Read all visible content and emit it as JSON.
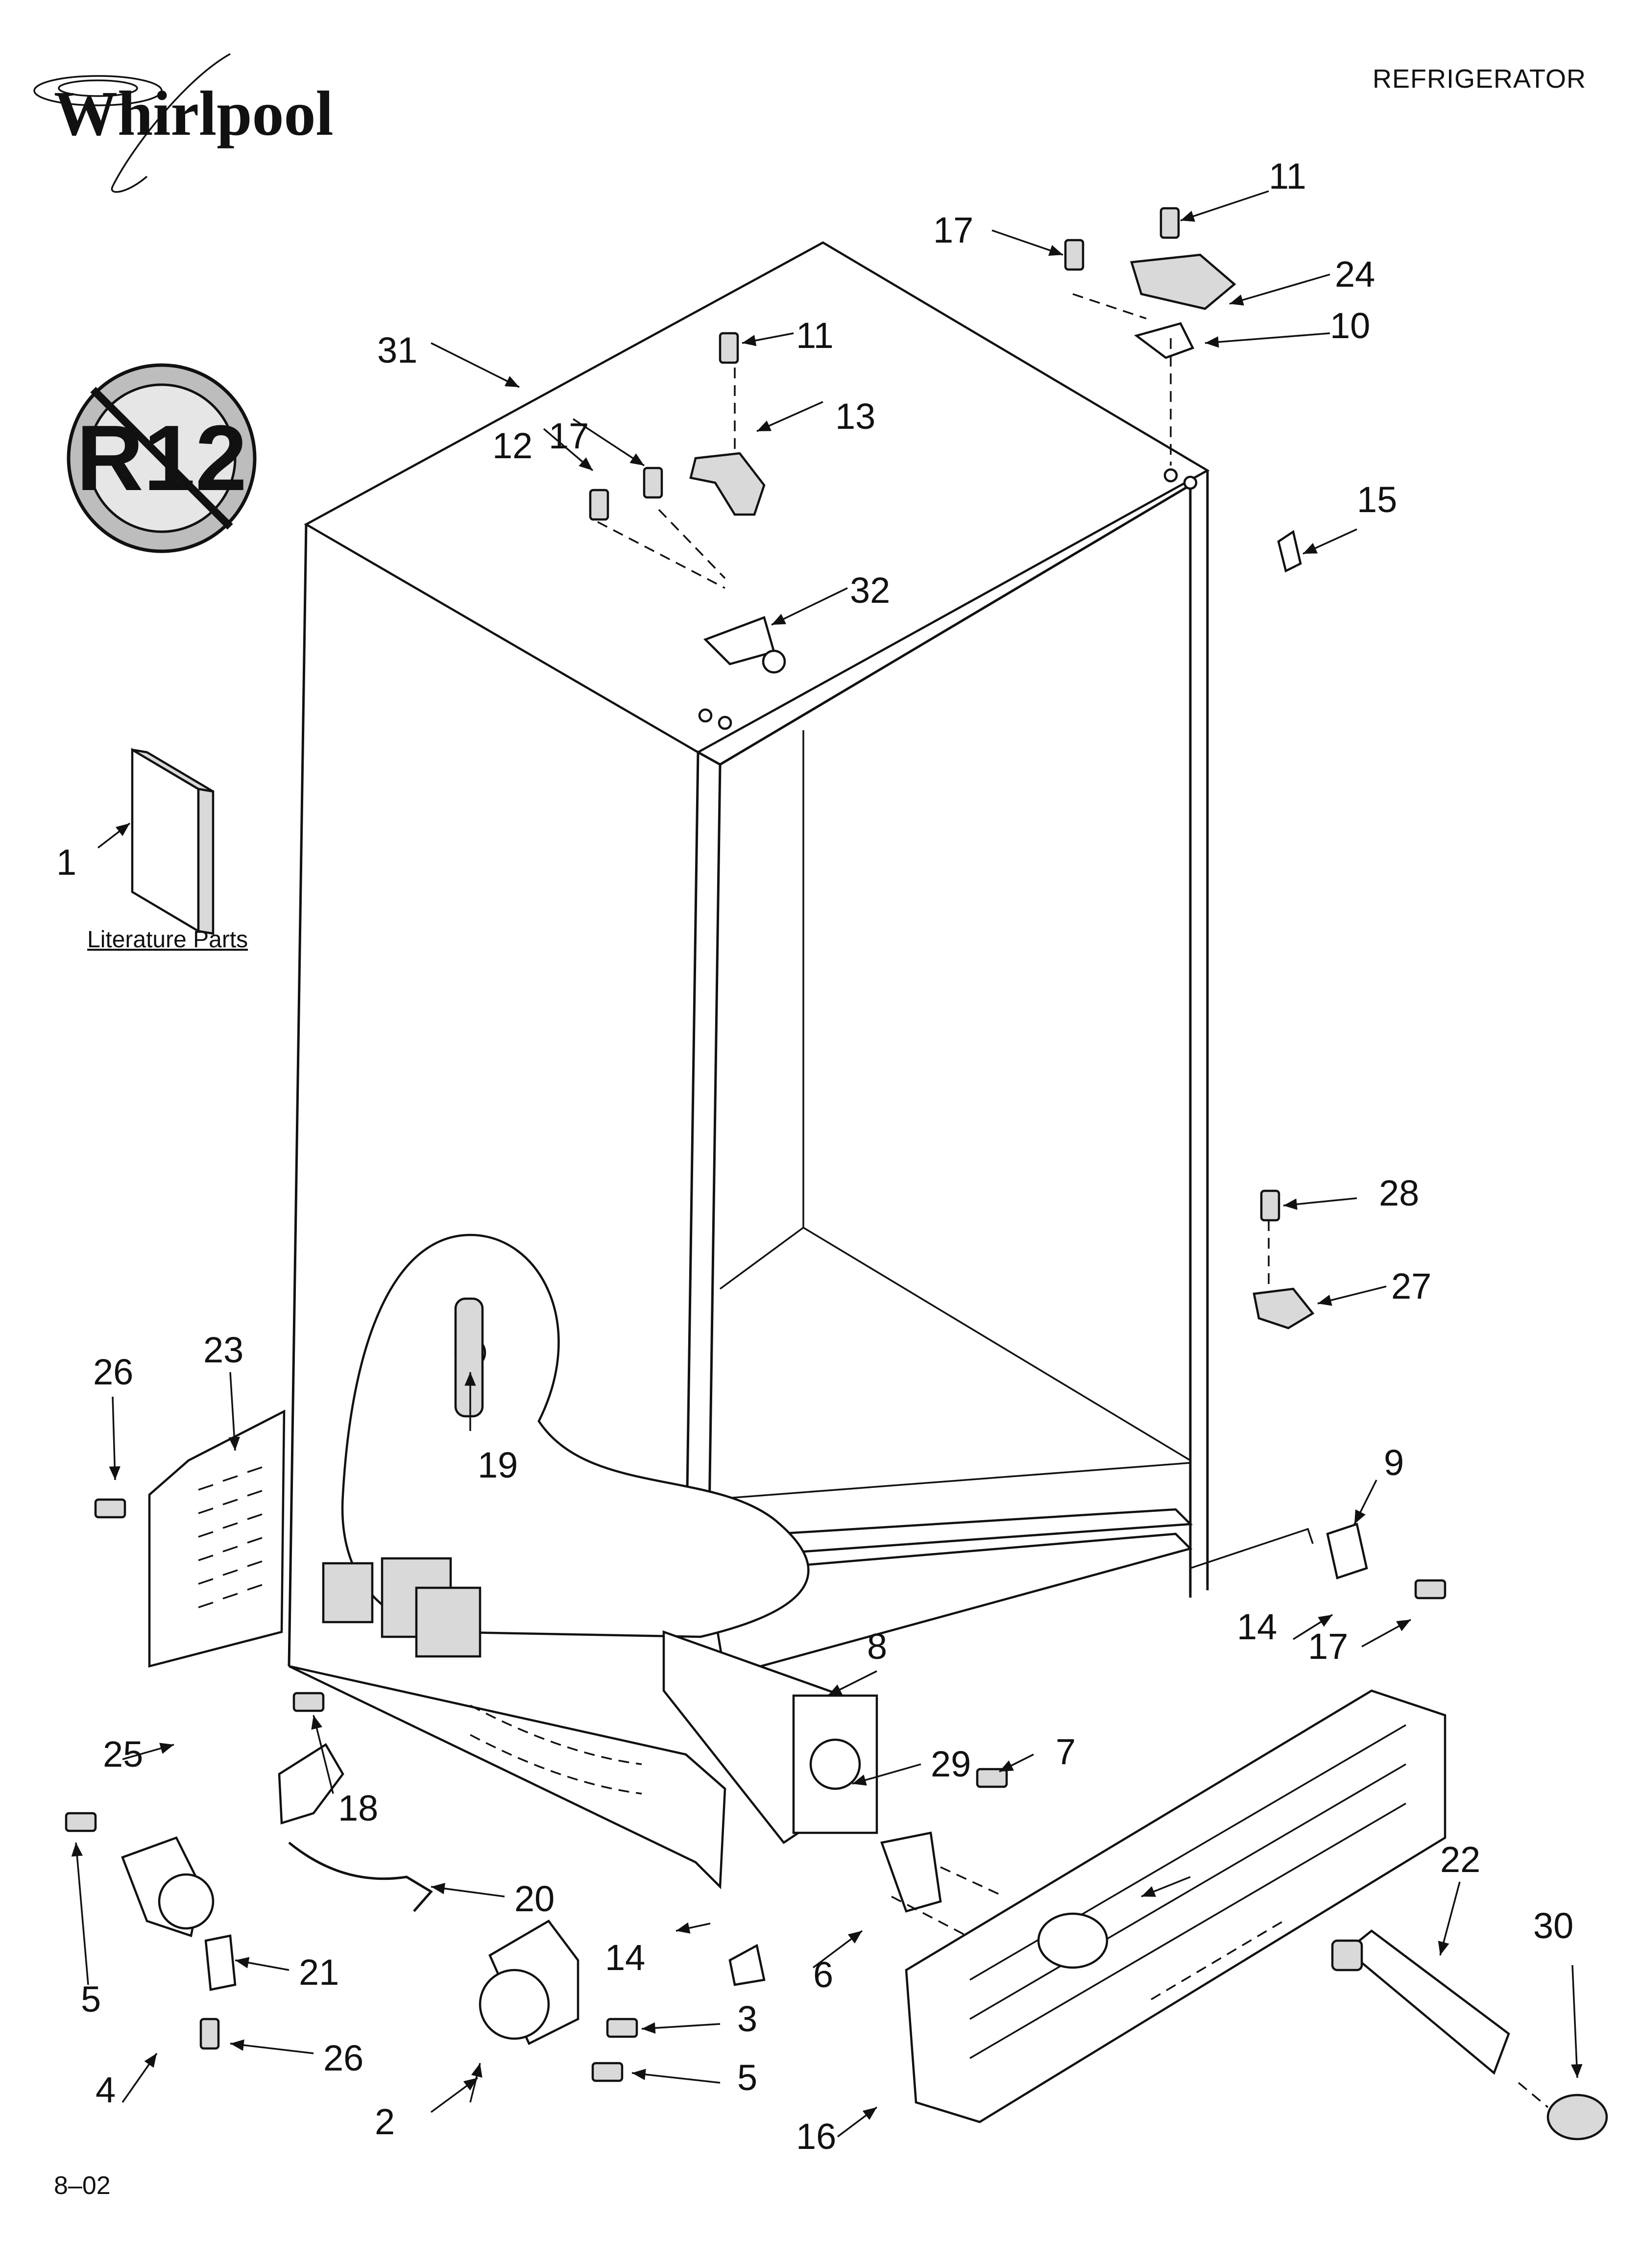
{
  "header": {
    "brand": "Whirlpool",
    "title": "REFRIGERATOR"
  },
  "badge": {
    "text": "R12"
  },
  "literature": {
    "label": "Literature Parts"
  },
  "footer": {
    "date": "8–02"
  },
  "callouts": [
    {
      "id": "c1",
      "text": "1"
    },
    {
      "id": "c2",
      "text": "2"
    },
    {
      "id": "c3",
      "text": "3"
    },
    {
      "id": "c4",
      "text": "4"
    },
    {
      "id": "c5a",
      "text": "5"
    },
    {
      "id": "c5b",
      "text": "5"
    },
    {
      "id": "c6",
      "text": "6"
    },
    {
      "id": "c7",
      "text": "7"
    },
    {
      "id": "c8",
      "text": "8"
    },
    {
      "id": "c9",
      "text": "9"
    },
    {
      "id": "c10",
      "text": "10"
    },
    {
      "id": "c11a",
      "text": "11"
    },
    {
      "id": "c11b",
      "text": "11"
    },
    {
      "id": "c12",
      "text": "12"
    },
    {
      "id": "c13",
      "text": "13"
    },
    {
      "id": "c14a",
      "text": "14"
    },
    {
      "id": "c14b",
      "text": "14"
    },
    {
      "id": "c15",
      "text": "15"
    },
    {
      "id": "c16",
      "text": "16"
    },
    {
      "id": "c17a",
      "text": "17"
    },
    {
      "id": "c17b",
      "text": "17"
    },
    {
      "id": "c17c",
      "text": "17"
    },
    {
      "id": "c18",
      "text": "18"
    },
    {
      "id": "c19",
      "text": "19"
    },
    {
      "id": "c20",
      "text": "20"
    },
    {
      "id": "c21",
      "text": "21"
    },
    {
      "id": "c22",
      "text": "22"
    },
    {
      "id": "c23",
      "text": "23"
    },
    {
      "id": "c24",
      "text": "24"
    },
    {
      "id": "c25",
      "text": "25"
    },
    {
      "id": "c26a",
      "text": "26"
    },
    {
      "id": "c26b",
      "text": "26"
    },
    {
      "id": "c27",
      "text": "27"
    },
    {
      "id": "c28",
      "text": "28"
    },
    {
      "id": "c29",
      "text": "29"
    },
    {
      "id": "c30",
      "text": "30"
    },
    {
      "id": "c31",
      "text": "31"
    },
    {
      "id": "c32",
      "text": "32"
    }
  ]
}
